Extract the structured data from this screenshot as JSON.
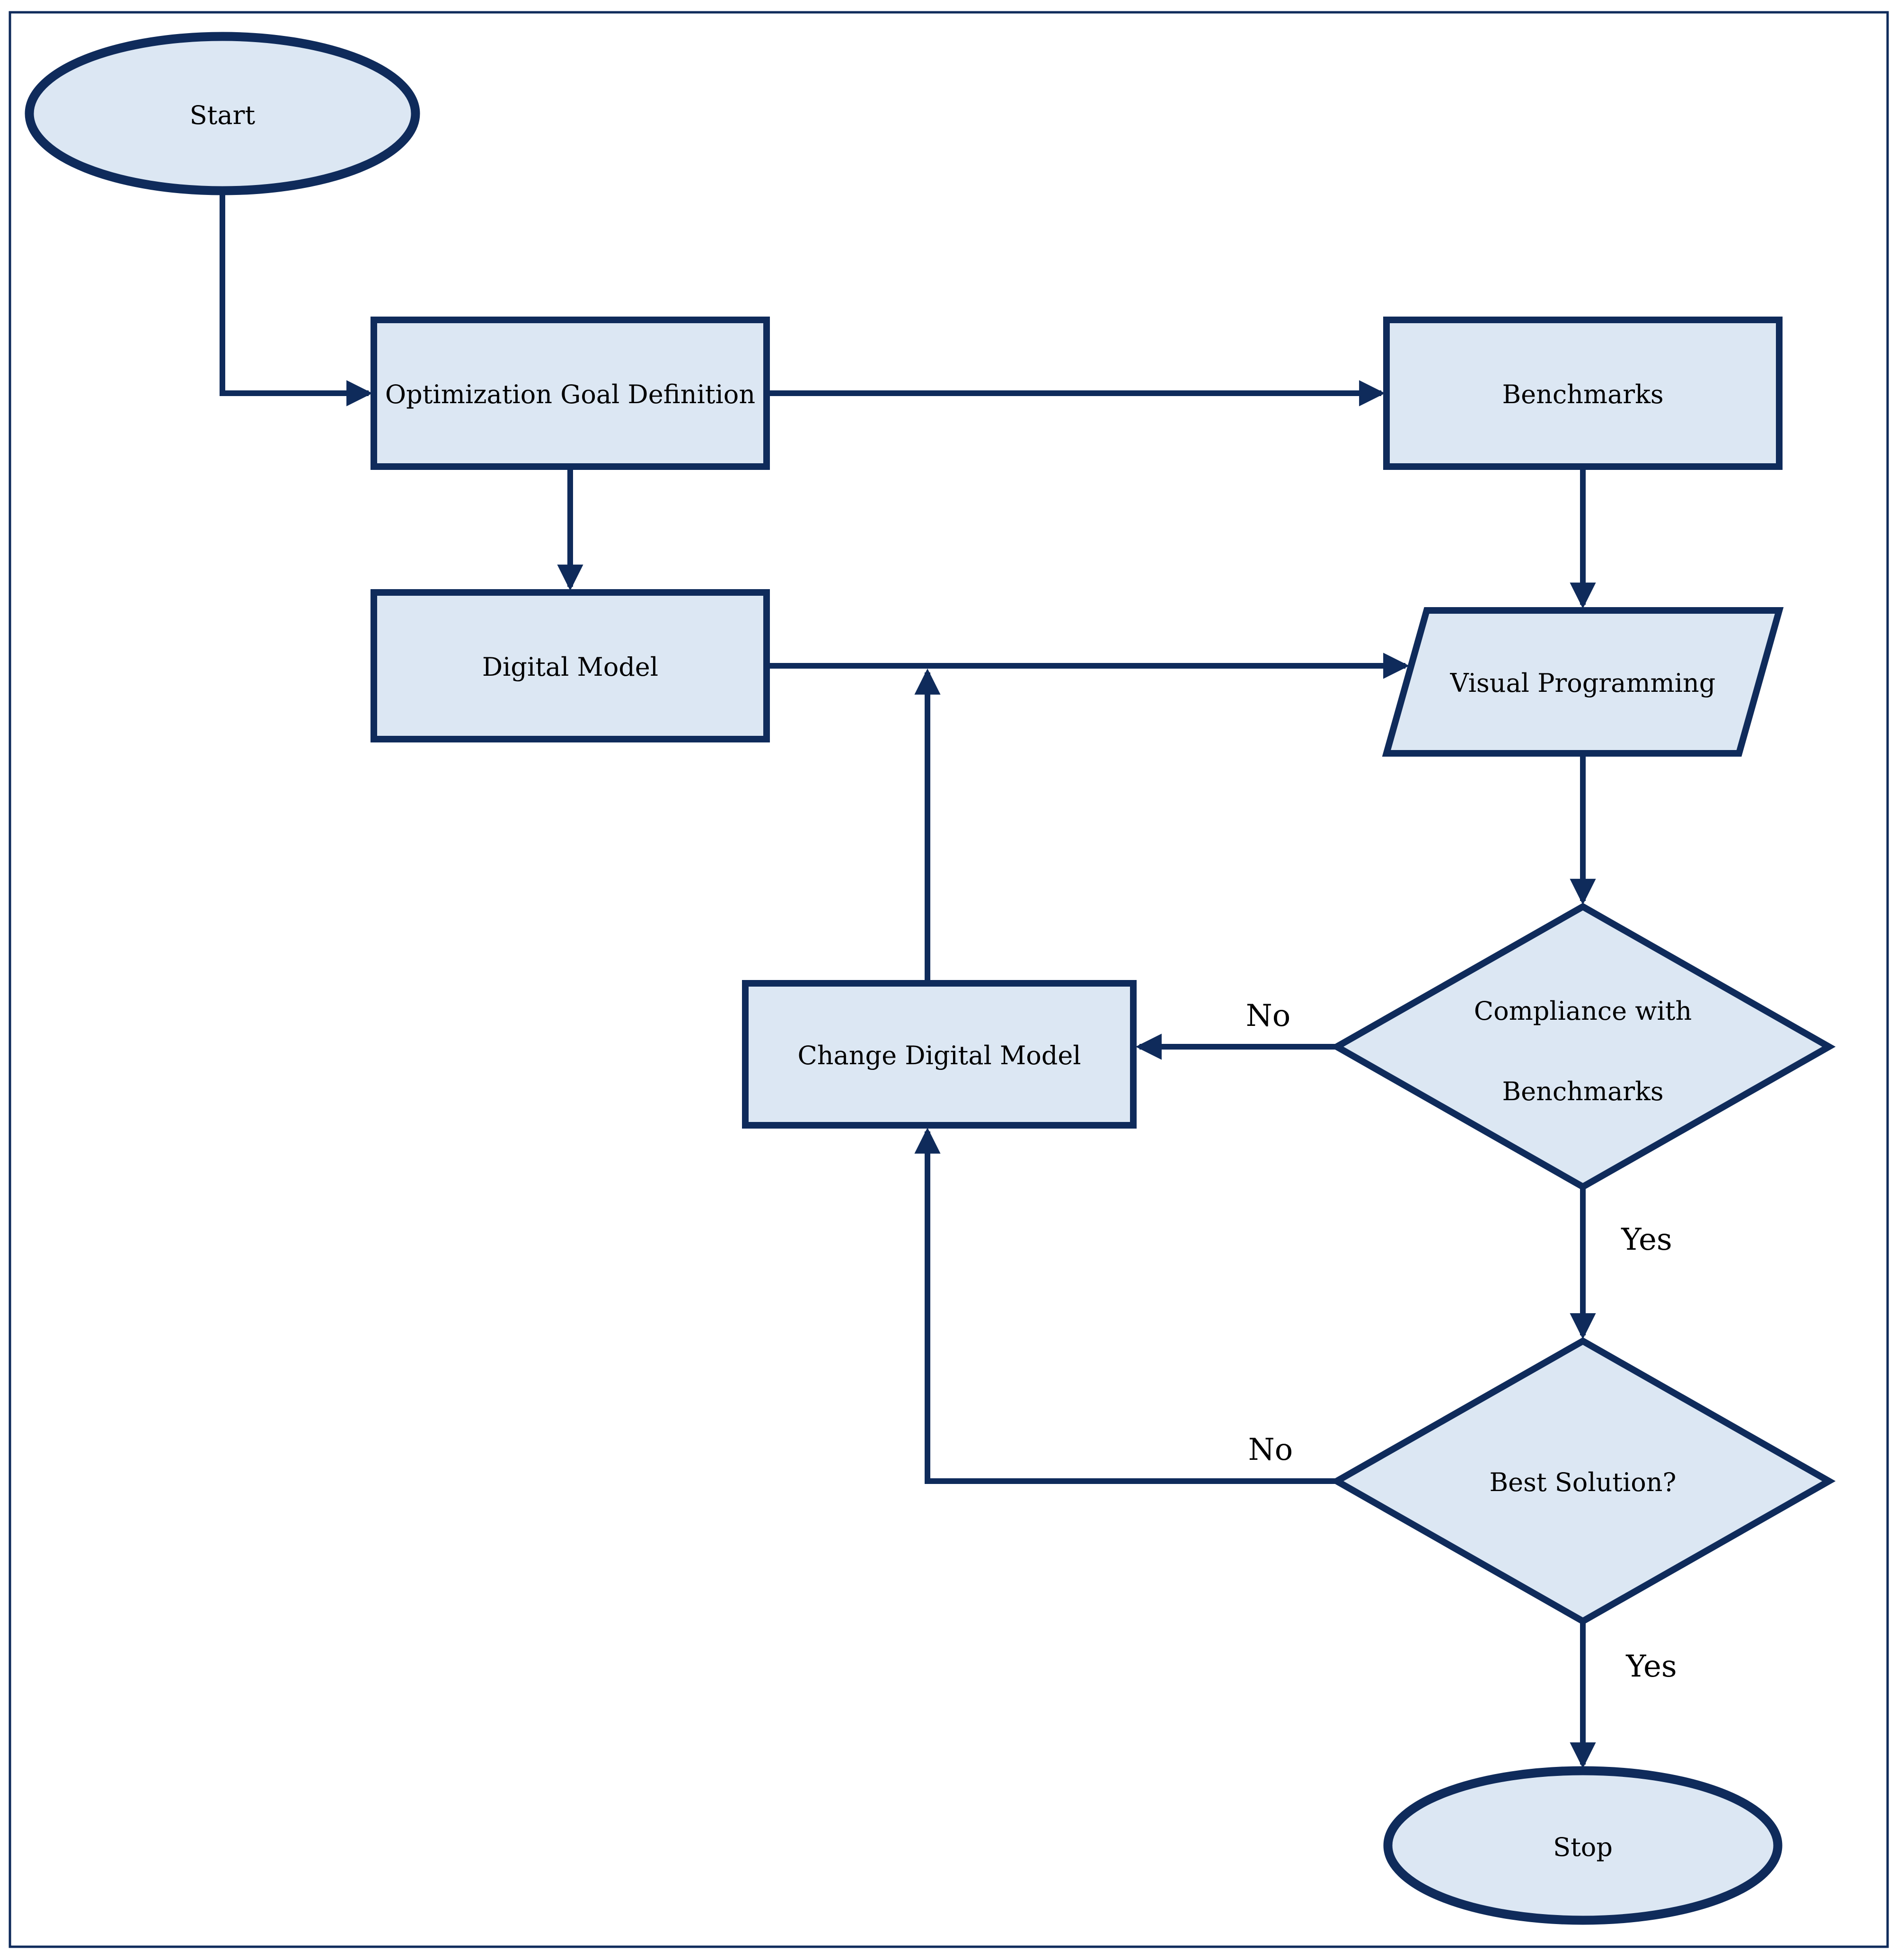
{
  "figure": {
    "type": "flowchart",
    "colors": {
      "node_fill": "#dce7f3",
      "outline": "#0f2b5b",
      "label_text": "#000000",
      "background": "#ffffff"
    },
    "nodes": {
      "start": {
        "label": "Start",
        "shape": "ellipse"
      },
      "optimization_goal": {
        "label": "Optimization Goal Definition",
        "shape": "rectangle"
      },
      "benchmarks": {
        "label": "Benchmarks",
        "shape": "rectangle"
      },
      "digital_model": {
        "label": "Digital Model",
        "shape": "rectangle"
      },
      "visual_programming": {
        "label": "Visual Programming",
        "shape": "parallelogram"
      },
      "compliance": {
        "label_line1": "Compliance with",
        "label_line2": "Benchmarks",
        "shape": "diamond"
      },
      "change_digital_model": {
        "label": "Change Digital Model",
        "shape": "rectangle"
      },
      "best_solution": {
        "label": "Best Solution?",
        "shape": "diamond"
      },
      "stop": {
        "label": "Stop",
        "shape": "ellipse"
      }
    },
    "edge_labels": {
      "compliance_no": "No",
      "compliance_yes": "Yes",
      "best_solution_no": "No",
      "best_solution_yes": "Yes"
    }
  }
}
